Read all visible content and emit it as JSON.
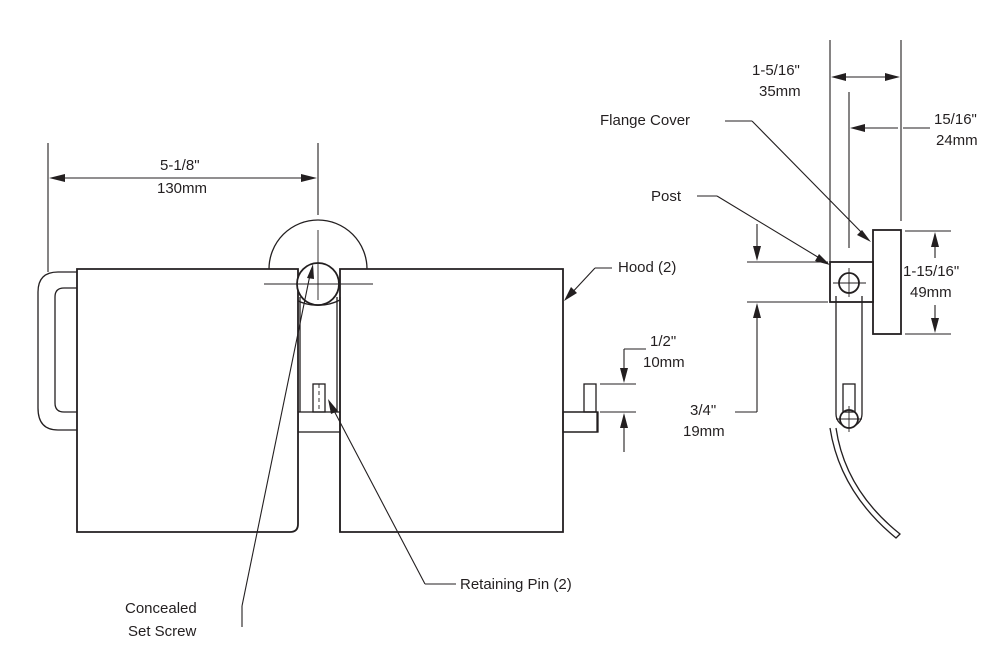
{
  "front_view": {
    "width_dim": {
      "imperial": "5-1/8\"",
      "metric": "130mm"
    },
    "hood_label": "Hood (2)",
    "pin_dim": {
      "imperial": "1/2\"",
      "metric": "10mm"
    },
    "retaining_pin_label": "Retaining Pin (2)",
    "set_screw_label": {
      "line1": "Concealed",
      "line2": "Set Screw"
    }
  },
  "side_view": {
    "depth_dim": {
      "imperial": "1-5/16\"",
      "metric": "35mm"
    },
    "flange_cover_label": "Flange Cover",
    "flange_dim": {
      "imperial": "15/16\"",
      "metric": "24mm"
    },
    "post_label": "Post",
    "height_dim": {
      "imperial": "1-15/16\"",
      "metric": "49mm"
    },
    "offset_dim": {
      "imperial": "3/4\"",
      "metric": "19mm"
    }
  }
}
